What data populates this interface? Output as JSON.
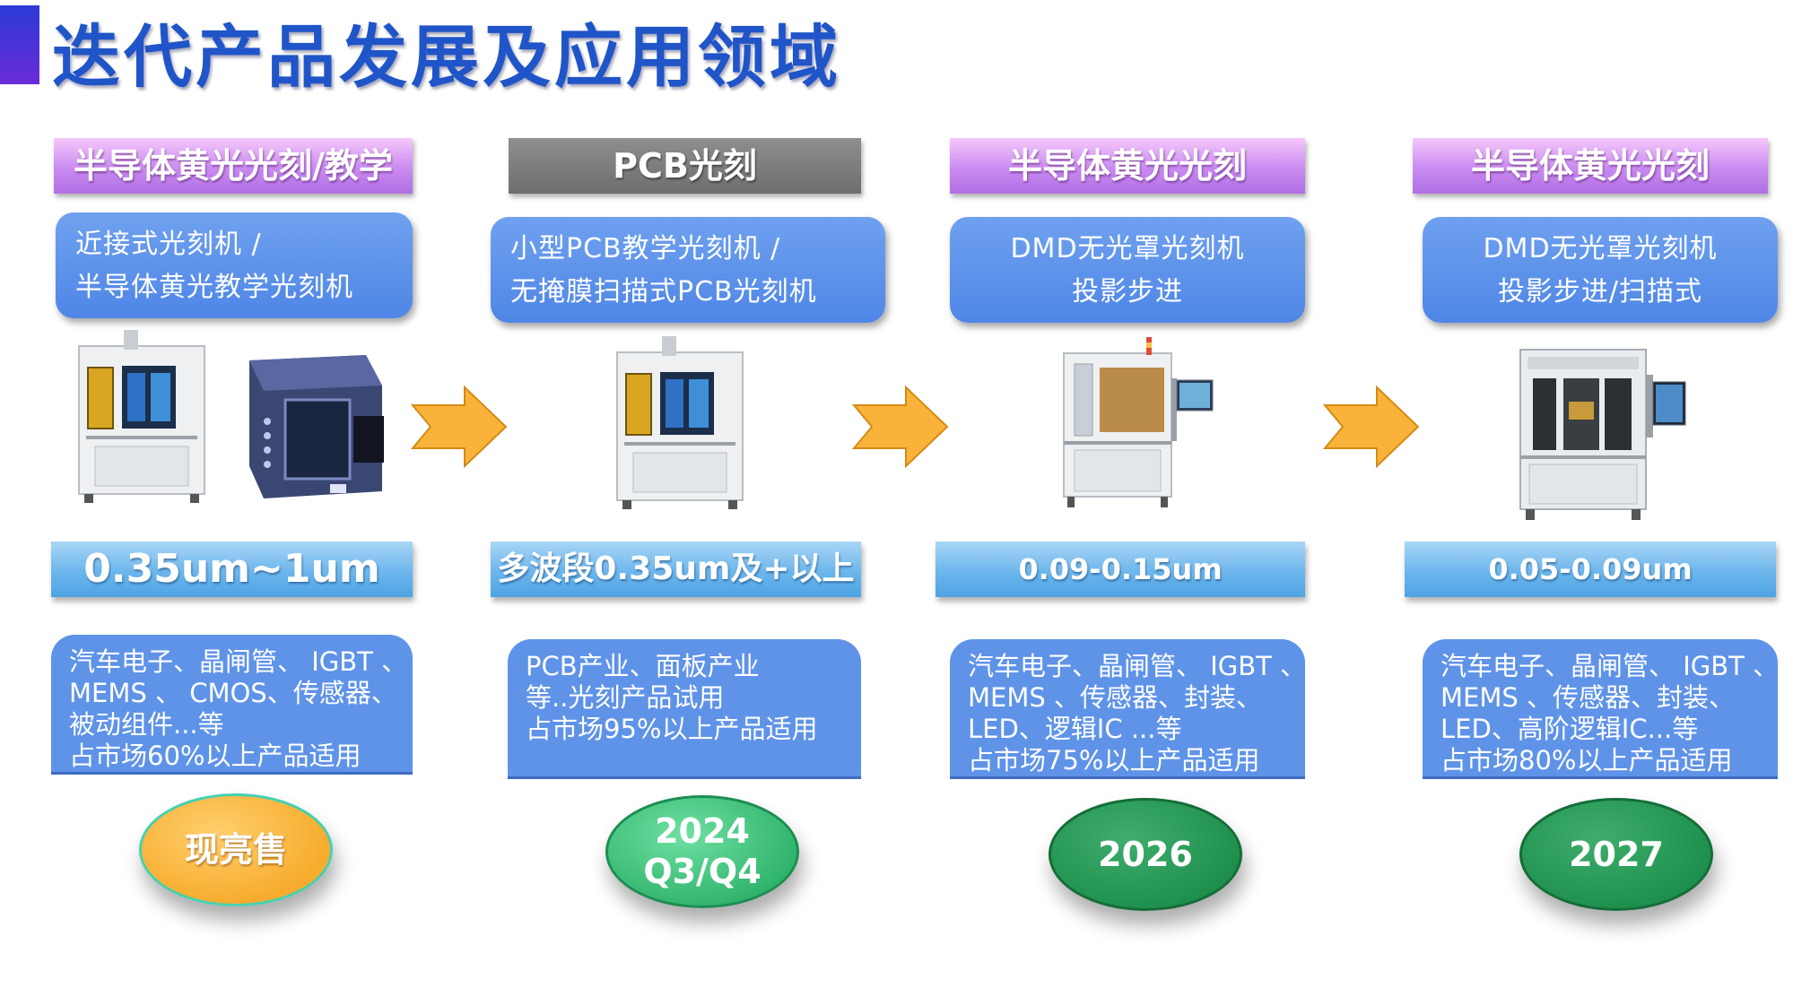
{
  "page": {
    "title": "迭代产品发展及应用领域"
  },
  "colors": {
    "accent_blue": "#1f55c8",
    "card_blue": "#5f93e8",
    "category_purple": "#c98af0",
    "arrow_orange": "#f9b33b"
  },
  "stages": [
    {
      "category": "半导体黄光光刻/教学",
      "name_lines": [
        "近接式光刻机 /",
        "半导体黄光教学光刻机"
      ],
      "spec": "0.35um~1um",
      "app_lines": [
        "汽车电子、晶闸管、 IGBT 、",
        "MEMS 、 CMOS、传感器、",
        "被动组件...等",
        "占市场60%以上产品适用"
      ],
      "badge_lines": [
        "现亮售"
      ]
    },
    {
      "category": "PCB光刻",
      "name_lines": [
        "小型PCB教学光刻机 /",
        "无掩膜扫描式PCB光刻机"
      ],
      "spec": "多波段0.35um及+以上",
      "app_lines": [
        "PCB产业、面板产业",
        "等..光刻产品试用",
        "占市场95%以上产品适用"
      ],
      "badge_lines": [
        "2024",
        "Q3/Q4"
      ]
    },
    {
      "category": "半导体黄光光刻",
      "name_lines": [
        "DMD无光罩光刻机",
        "投影步进"
      ],
      "spec": "0.09-0.15um",
      "app_lines": [
        "汽车电子、晶闸管、 IGBT 、",
        "MEMS 、传感器、封装、",
        "LED、逻辑IC ...等",
        "占市场75%以上产品适用"
      ],
      "badge_lines": [
        "2026"
      ]
    },
    {
      "category": "半导体黄光光刻",
      "name_lines": [
        "DMD无光罩光刻机",
        "投影步进/扫描式"
      ],
      "spec": "0.05-0.09um",
      "app_lines": [
        "汽车电子、晶闸管、 IGBT 、",
        "MEMS 、传感器、封装、",
        "LED、高阶逻辑IC...等",
        "占市场80%以上产品适用"
      ],
      "badge_lines": [
        "2027"
      ]
    }
  ]
}
